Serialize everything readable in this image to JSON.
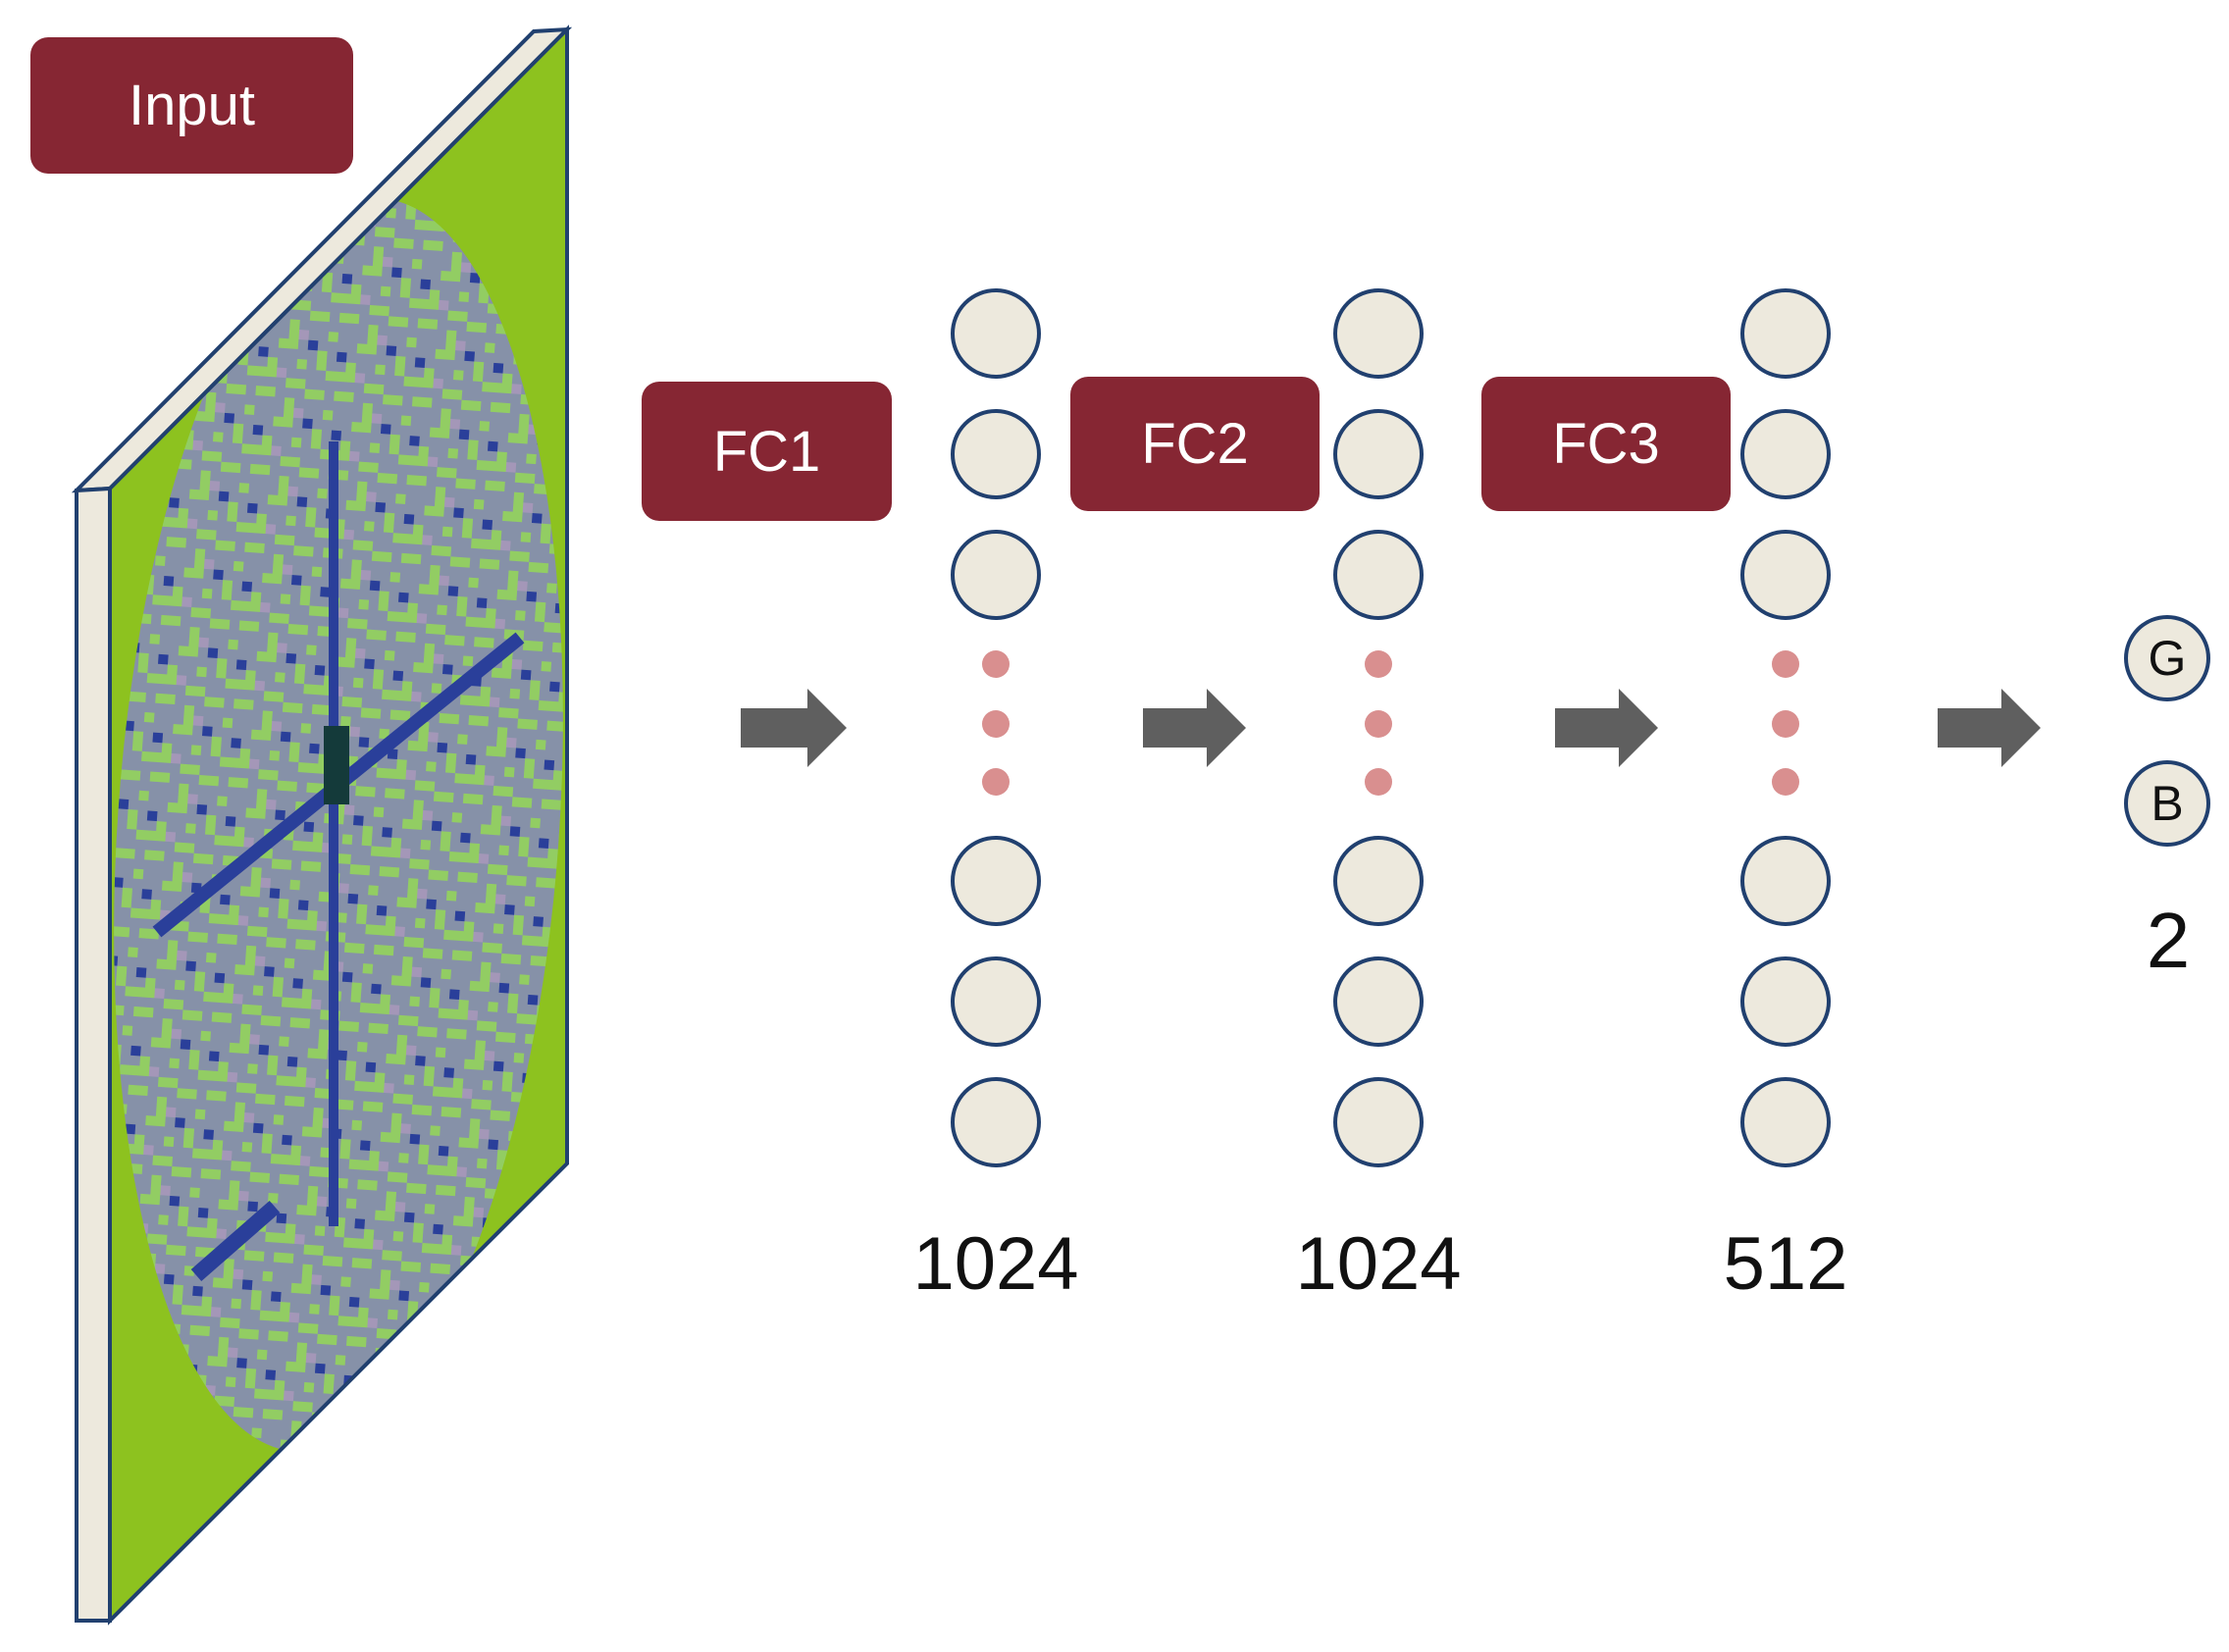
{
  "diagram": {
    "input_label": "Input",
    "layers": [
      {
        "label": "FC1",
        "units": "1024"
      },
      {
        "label": "FC2",
        "units": "1024"
      },
      {
        "label": "FC3",
        "units": "512"
      }
    ],
    "output": {
      "nodes": [
        "G",
        "B"
      ],
      "units": "2"
    }
  },
  "colors": {
    "label_box": "#862633",
    "node_fill": "#ede9dd",
    "node_stroke": "#21406f",
    "ellipsis_dot": "#d98f8f",
    "arrow": "#5f5f5f",
    "image_background": "#8dc21f",
    "image_pattern_gray": "#8691a8",
    "image_pattern_green": "#92cd63",
    "image_pattern_blue": "#2a3f9a"
  }
}
